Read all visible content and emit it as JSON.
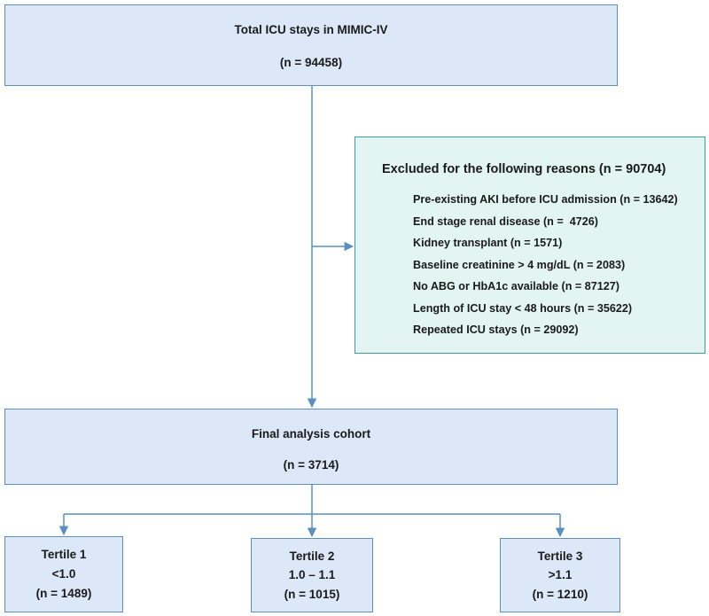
{
  "top_box": {
    "title": "Total ICU stays in MIMIC-IV",
    "count": "(n = 94458)"
  },
  "exclusion_box": {
    "title": "Excluded for the following reasons (n = 90704)",
    "items": [
      "Pre-existing AKI before ICU admission (n = 13642)",
      "End stage renal disease (n =  4726)",
      "Kidney transplant (n = 1571)",
      "Baseline creatinine > 4 mg/dL (n = 2083)",
      "No ABG or HbA1c available (n = 87127)",
      "Length of ICU stay < 48 hours (n = 35622)",
      "Repeated ICU stays (n = 29092)"
    ]
  },
  "cohort_box": {
    "title": "Final analysis cohort",
    "count": "(n = 3714)"
  },
  "tertiles": [
    {
      "label": "Tertile 1",
      "range": "<1.0",
      "count": "(n = 1489)"
    },
    {
      "label": "Tertile 2",
      "range": "1.0 – 1.1",
      "count": "(n = 1015)"
    },
    {
      "label": "Tertile 3",
      "range": ">1.1",
      "count": "(n = 1210)"
    }
  ],
  "colors": {
    "box_fill": "#dce8f7",
    "box_border": "#5a8fbf",
    "exclusion_fill": "#e3f5f3",
    "exclusion_border": "#3e9a9c",
    "arrow": "#5a8fbf"
  }
}
